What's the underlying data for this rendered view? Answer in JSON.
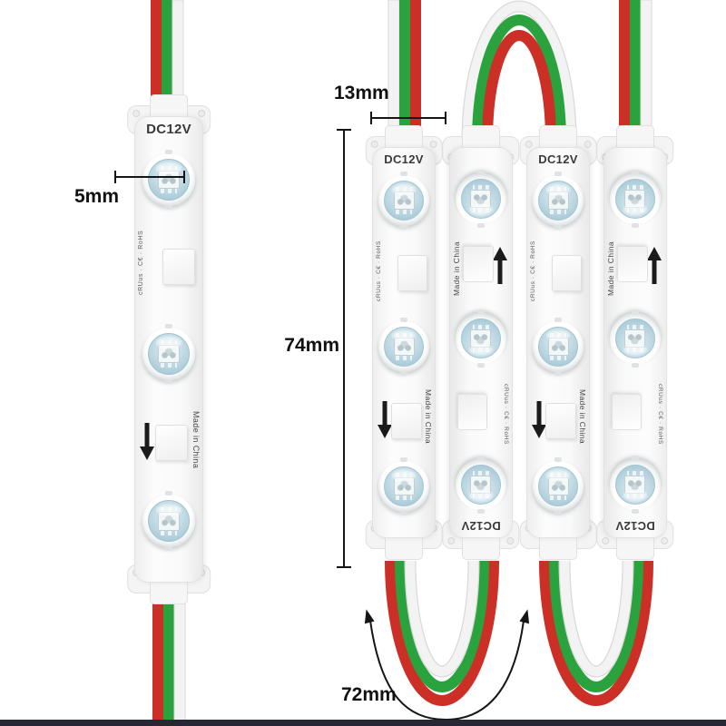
{
  "image_kind": "led-module-dimension-product-image",
  "labels": {
    "dc12v": "DC12V",
    "made_in_china": "Made in China",
    "cert": "cRUus · C€ · RoHS"
  },
  "annotations": {
    "led_width": "5mm",
    "module_width": "13mm",
    "module_length": "74mm",
    "wire_span": "72mm"
  },
  "colors": {
    "wire_red": "#cc2f26",
    "wire_green": "#2aa33e",
    "wire_white": "#f3f3f3",
    "wire_edge": "#d9d9d9",
    "arrow_black": "#1b1b1b",
    "bar_color": "#262732",
    "led_dome": "#bcd7e2",
    "module_body": "#f7f7f7"
  },
  "modules": [
    {
      "id": "left",
      "orientation": "upright"
    },
    {
      "id": "r1",
      "orientation": "upright"
    },
    {
      "id": "r2",
      "orientation": "inverted"
    },
    {
      "id": "r3",
      "orientation": "upright"
    },
    {
      "id": "r4",
      "orientation": "inverted"
    }
  ]
}
